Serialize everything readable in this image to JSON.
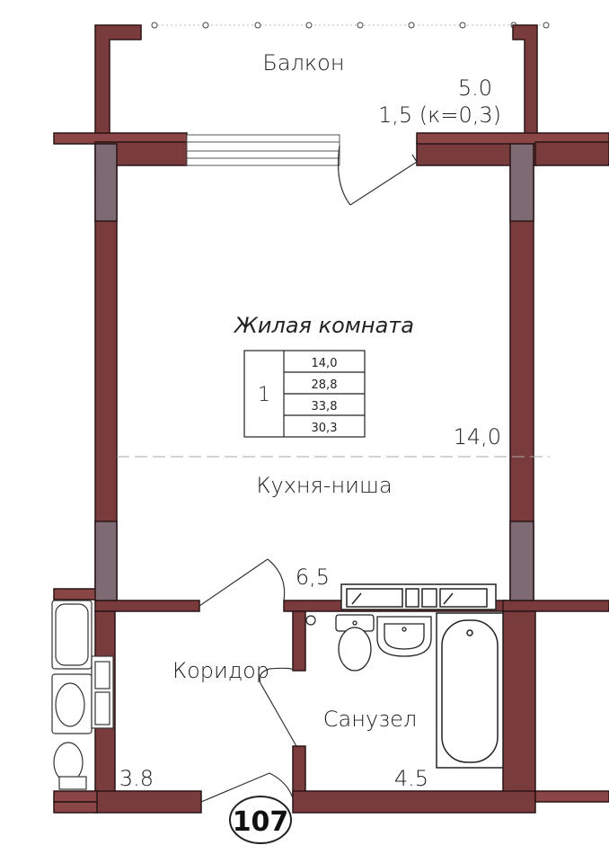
{
  "colors": {
    "wall": "#7a3b3c",
    "wall_outline": "#2a1414",
    "column": "#7d6a73",
    "line": "#222222",
    "background": "#ffffff"
  },
  "labels": {
    "balcony": "Балкон",
    "balcony_area": "5.0",
    "balcony_coef": "1,5 (к=0,3)",
    "living_room": "Жилая комната",
    "living_area": "14,0",
    "kitchen": "Кухня-ниша",
    "kitchen_area": "6,5",
    "corridor": "Коридор",
    "corridor_area": "3.8",
    "bathroom": "Санузел",
    "bathroom_area": "4.5",
    "apartment_number": "107"
  },
  "area_table": {
    "rooms": "1",
    "rows": [
      "14,0",
      "28,8",
      "33,8",
      "30,3"
    ]
  },
  "icons": [
    "door-swing-icon",
    "toilet-icon",
    "sink-icon",
    "bathtub-icon",
    "window-icon",
    "kitchen-cabinet-icon"
  ]
}
